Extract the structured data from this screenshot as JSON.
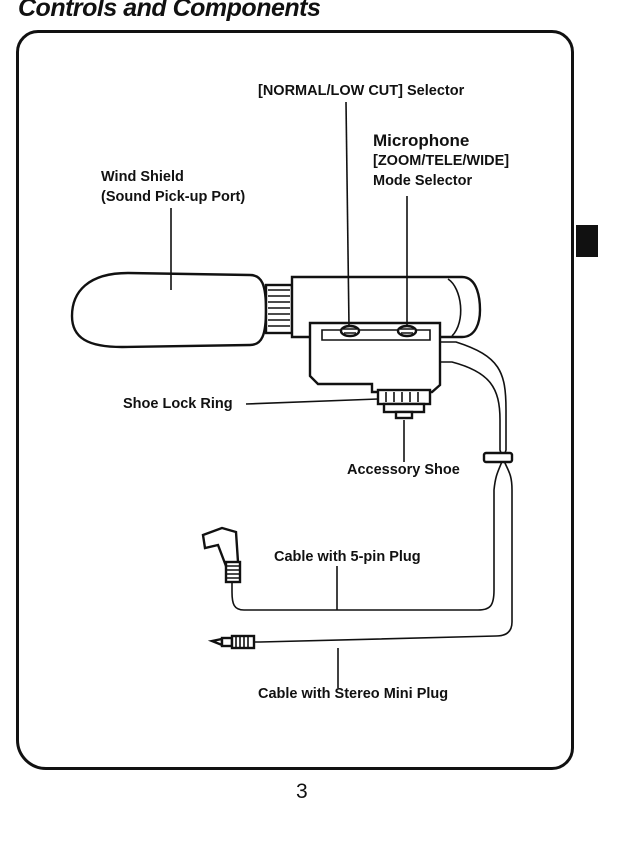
{
  "page": {
    "title": "Controls and Components",
    "page_number": "3"
  },
  "labels": {
    "normal_low_cut": "[NORMAL/LOW CUT] Selector",
    "mic_line1": "Microphone",
    "mic_line2": "[ZOOM/TELE/WIDE]",
    "mic_line3": "Mode Selector",
    "wind_line1": "Wind Shield",
    "wind_line2": "(Sound Pick-up Port)",
    "shoe_lock_ring": "Shoe Lock Ring",
    "accessory_shoe": "Accessory Shoe",
    "cable_5pin": "Cable with 5-pin Plug",
    "cable_stereo_mini": "Cable with Stereo Mini Plug"
  }
}
